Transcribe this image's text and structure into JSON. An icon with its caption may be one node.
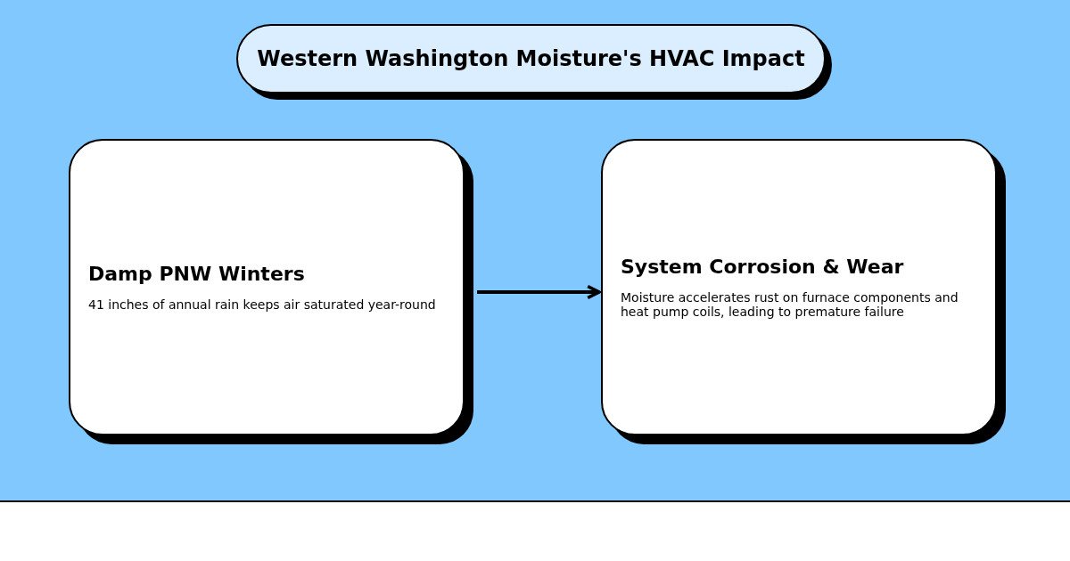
{
  "diagram": {
    "title": "Western Washington Moisture's HVAC Impact",
    "nodes": [
      {
        "text": [
          "Damp PNW Winters",
          "41 inches of annual rain keeps air saturated year-round"
        ]
      },
      {
        "text": [
          "System Corrosion & Wear",
          "Moisture accelerates rust on furnace components and heat pump coils, leading to premature failure"
        ]
      }
    ],
    "edges": [
      {
        "from": 0,
        "to": 1,
        "arrow": "to"
      }
    ]
  }
}
